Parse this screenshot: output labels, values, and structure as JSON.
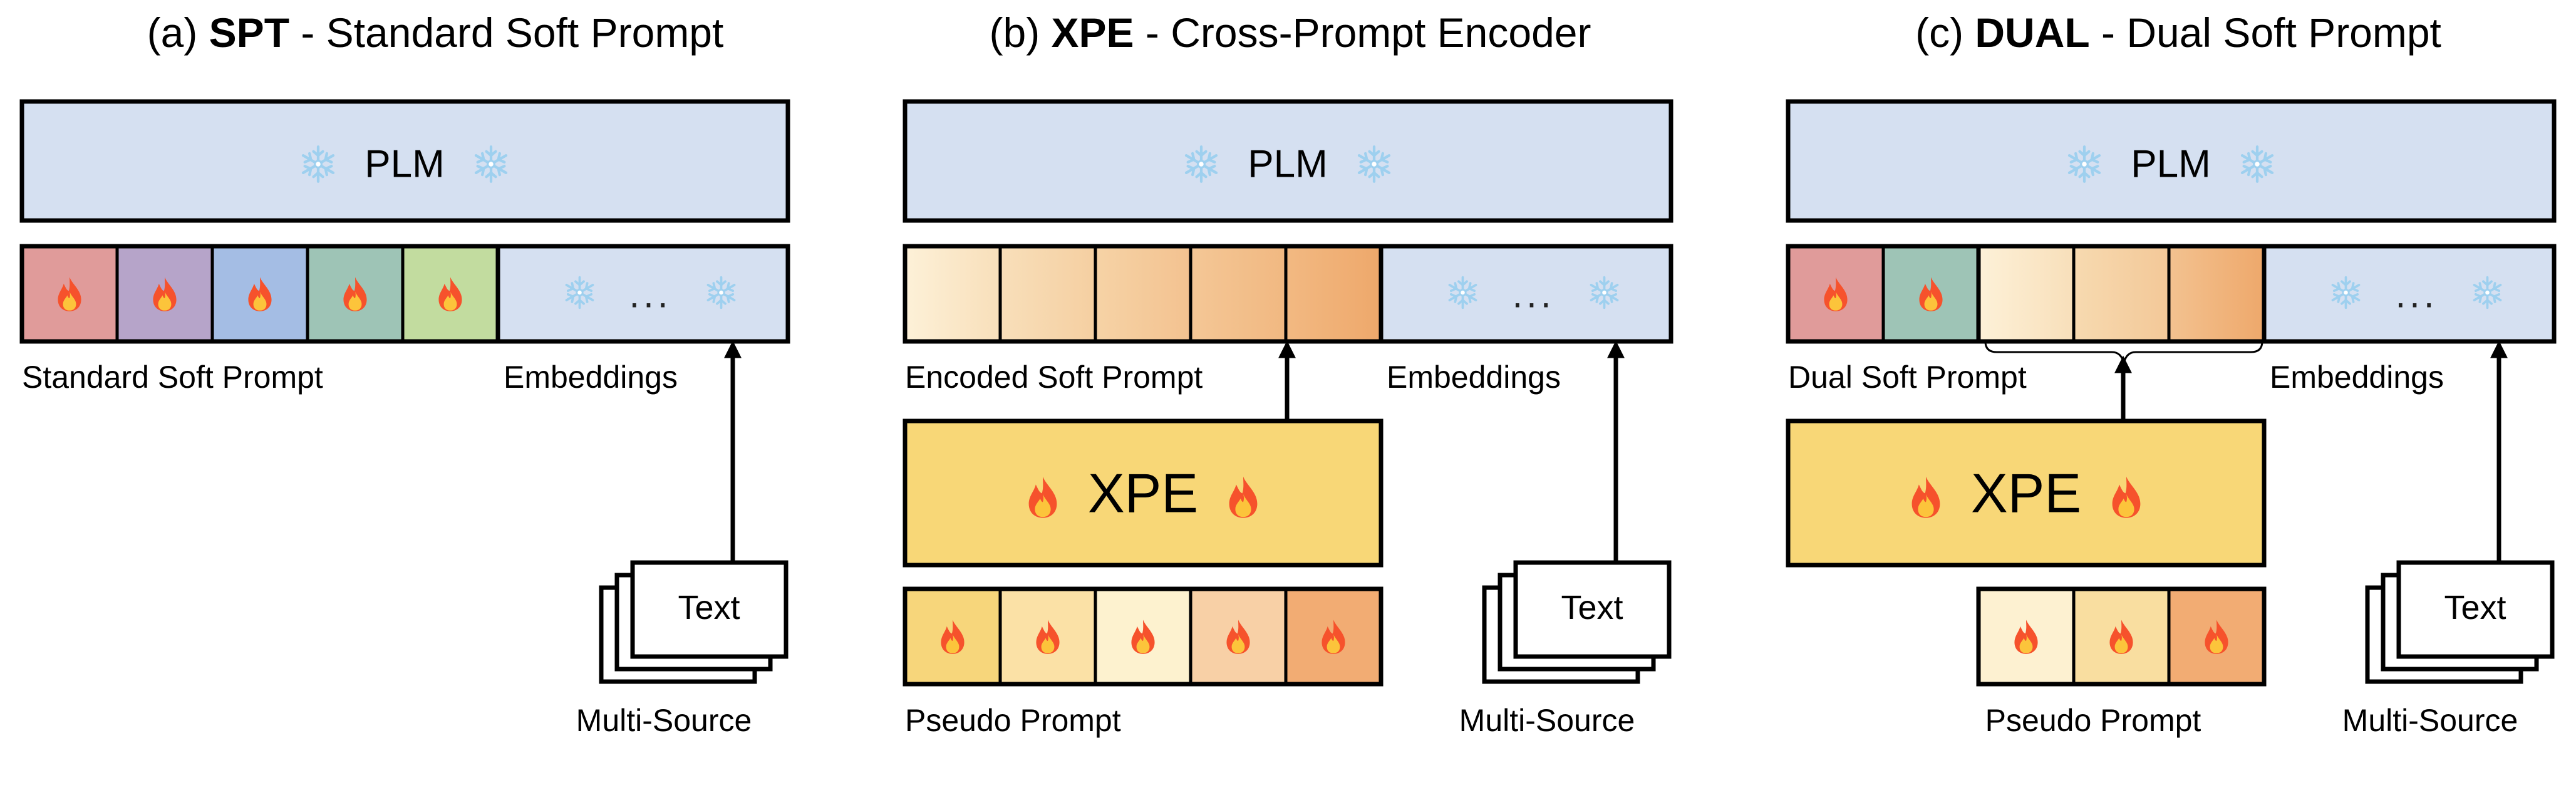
{
  "colors": {
    "plm_fill": "#d5e0f1",
    "xpe_fill": "#f8d777",
    "border": "#000000",
    "frozen_icon": "#9ed0ef",
    "fire_outer": "#f6522c",
    "fire_inner": "#fcc43b"
  },
  "icons": {
    "frozen": "snowflake-icon",
    "trainable": "fire-icon"
  },
  "panels": {
    "a": {
      "title_prefix": "(a) ",
      "title_bold": "SPT",
      "title_suffix": " - Standard Soft Prompt",
      "plm_label": "PLM",
      "embeddings_label": "Embeddings",
      "prompt_label": "Standard Soft Prompt",
      "dots": "...",
      "text_card": "Text",
      "source_label": "Multi-Source",
      "prompt_cells": [
        "#e09b9a",
        "#b6a4c9",
        "#a4bde4",
        "#9ec4b6",
        "#c2dc9f"
      ]
    },
    "b": {
      "title_prefix": "(b) ",
      "title_bold": "XPE",
      "title_suffix": " - Cross-Prompt Encoder",
      "plm_label": "PLM",
      "embeddings_label": "Embeddings",
      "prompt_label": "Encoded Soft Prompt",
      "dots": "...",
      "xpe_label": "XPE",
      "pseudo_label": "Pseudo Prompt",
      "text_card": "Text",
      "source_label": "Multi-Source",
      "encoded_cells": [
        [
          "#fdf1d8",
          "#f8dfba"
        ],
        [
          "#f8dfba",
          "#f5cfa1"
        ],
        [
          "#f6d3a6",
          "#f3c290"
        ],
        [
          "#f4c796",
          "#f1b881"
        ],
        [
          "#f2b982",
          "#eea86b"
        ]
      ],
      "pseudo_cells": [
        "#f7d67b",
        "#fbe1a6",
        "#fdf2cf",
        "#f8d0a6",
        "#f2ac73"
      ]
    },
    "c": {
      "title_prefix": "(c) ",
      "title_bold": "DUAL",
      "title_suffix": " - Dual Soft Prompt",
      "plm_label": "PLM",
      "embeddings_label": "Embeddings",
      "prompt_label": "Dual Soft Prompt",
      "dots": "...",
      "xpe_label": "XPE",
      "pseudo_label": "Pseudo Prompt",
      "text_card": "Text",
      "source_label": "Multi-Source",
      "standard_cells": [
        "#e09b9a",
        "#9ec4b6"
      ],
      "encoded_cells": [
        [
          "#fdf1d8",
          "#f8dfba"
        ],
        [
          "#f7dab0",
          "#f3c898"
        ],
        [
          "#f3c290",
          "#eea86b"
        ]
      ],
      "pseudo_cells": [
        "#fdf1d1",
        "#f9dea0",
        "#f2ac73"
      ]
    }
  }
}
